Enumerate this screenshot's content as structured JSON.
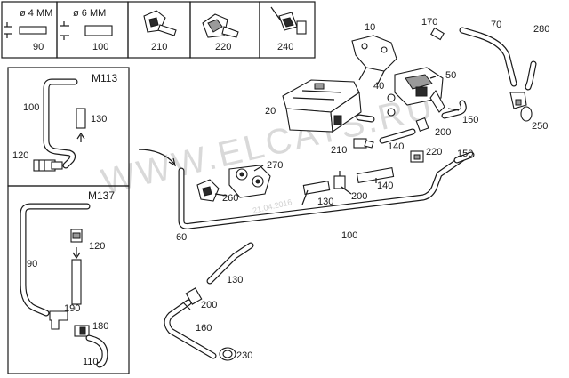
{
  "legend": {
    "tube4": {
      "diameter": "ø 4 MM",
      "part": "90"
    },
    "tube6": {
      "diameter": "ø 6 MM",
      "part": "100"
    },
    "parts": [
      "210",
      "220",
      "240"
    ]
  },
  "insets": {
    "m113": {
      "title": "M113",
      "labels": [
        "100",
        "130",
        "120"
      ]
    },
    "m137": {
      "title": "M137",
      "labels": [
        "90",
        "120",
        "190",
        "180",
        "110"
      ]
    }
  },
  "callouts": {
    "p10": "10",
    "p20": "20",
    "p40": "40",
    "p50": "50",
    "p60": "60",
    "p70": "70",
    "p100_main": "100",
    "p130_top": "130",
    "p130_mid": "130",
    "p140_top": "140",
    "p140_mid": "140",
    "p150_right": "150",
    "p150_top": "150",
    "p160": "160",
    "p170": "170",
    "p200_top": "200",
    "p200_mid": "200",
    "p200_low": "200",
    "p210": "210",
    "p220": "220",
    "p230": "230",
    "p250": "250",
    "p260": "260",
    "p270": "270",
    "p280": "280"
  },
  "watermark": {
    "text": "WWW.ELCATS.RU",
    "date": "21.04.2016"
  },
  "colors": {
    "line": "#1a1a1a",
    "background": "#ffffff",
    "watermark": "#d9d9d9"
  }
}
